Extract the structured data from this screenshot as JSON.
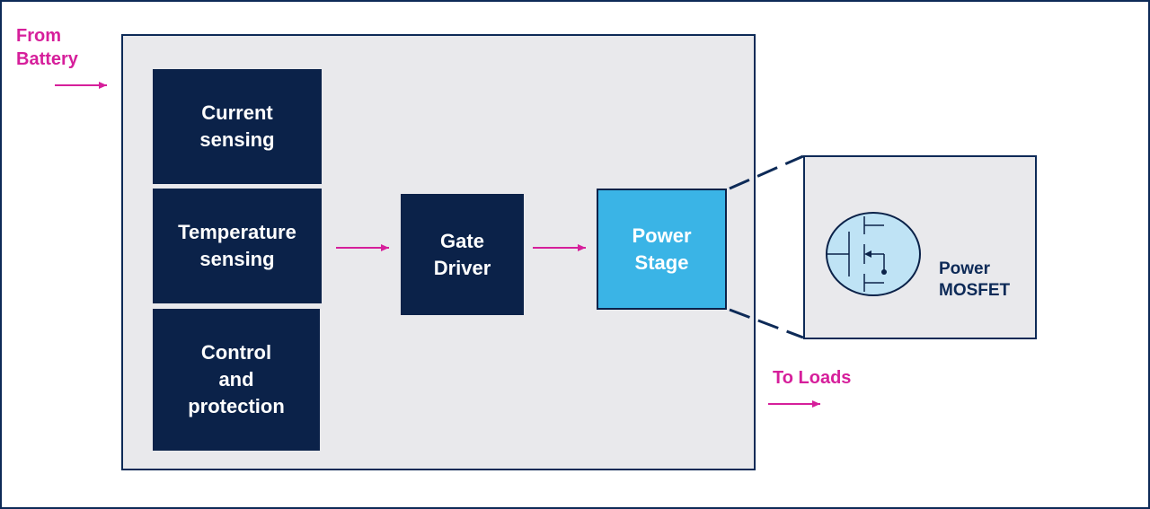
{
  "labels": {
    "from_battery": "From\nBattery",
    "to_loads": "To Loads"
  },
  "blocks": {
    "current_sensing": "Current\nsensing",
    "temperature_sensing": "Temperature\nsensing",
    "control_protection": "Control\nand\nprotection",
    "gate_driver": "Gate\nDriver",
    "power_stage": "Power\nStage"
  },
  "mosfet": {
    "label": "Power\nMOSFET"
  },
  "colors": {
    "navy": "#0b2249",
    "light_blue": "#3ab4e6",
    "accent_pink": "#d61f9b",
    "panel_gray": "#e9e9ec"
  }
}
